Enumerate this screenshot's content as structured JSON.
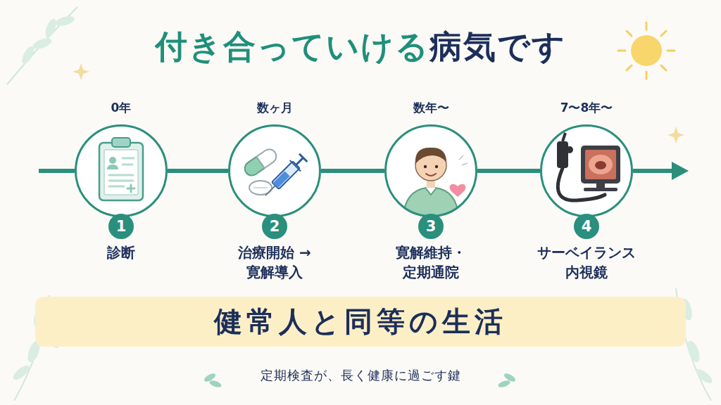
{
  "diagram": {
    "title": "付き合っていける病気です",
    "caption": "定期検査が、長く健康に過ごす鍵",
    "nodes": [
      {
        "text": [
          "1",
          "診断"
        ]
      },
      {
        "text": [
          "2",
          "治療開始 → 寛解導入"
        ]
      },
      {
        "text": [
          "3",
          "寛解維持・ 定期通院"
        ]
      },
      {
        "text": [
          "4",
          "サーベイランス 内視鏡"
        ]
      },
      {
        "text": [
          "健常人と同等の生活"
        ]
      }
    ],
    "edges": [
      {
        "from": 0,
        "to": 1,
        "arrow": "none"
      },
      {
        "from": 1,
        "to": 2,
        "arrow": "none"
      },
      {
        "from": 2,
        "to": 3,
        "arrow": "none"
      }
    ],
    "labels": [
      "0年",
      "数ヶ月",
      "数年〜",
      "7〜8年〜"
    ]
  }
}
